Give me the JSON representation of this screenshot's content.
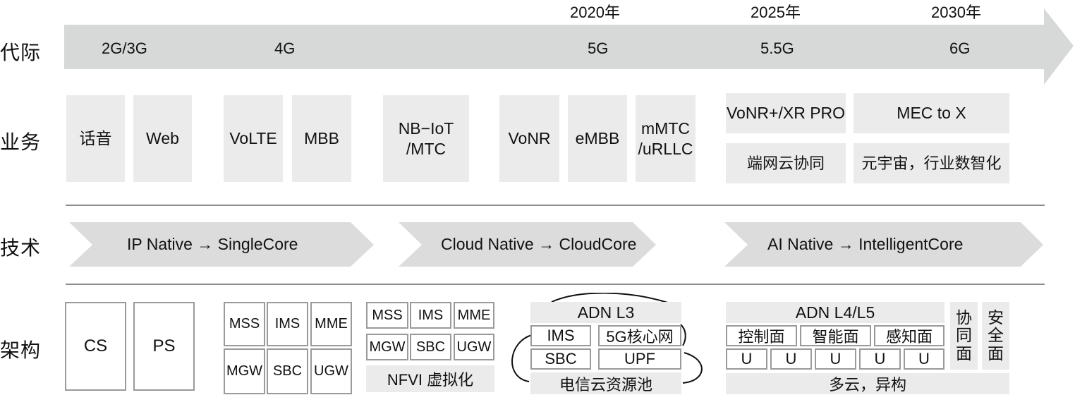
{
  "row_labels": {
    "generation": "代际",
    "service": "业务",
    "technology": "技术",
    "architecture": "架构"
  },
  "timeline": {
    "years": [
      "2020年",
      "2025年",
      "2030年"
    ],
    "generations": [
      "2G/3G",
      "4G",
      "5G",
      "5.5G",
      "6G"
    ],
    "arrow_color": "#d7d8d8"
  },
  "services": {
    "s2g3g": [
      "话音",
      "Web"
    ],
    "s4g": [
      "VoLTE",
      "MBB"
    ],
    "nbiot": [
      "NB−IoT",
      "/MTC"
    ],
    "s5g": [
      "VoNR",
      "eMBB"
    ],
    "mmtc": [
      "mMTC",
      "/uRLLC"
    ],
    "s55g_top": "VoNR+/XR PRO",
    "s55g_bottom": "端网云协同",
    "s6g_top": "MEC to X",
    "s6g_bottom": "元宇宙，行业数智化"
  },
  "technology": [
    "IP Native → SingleCore",
    "Cloud Native → CloudCore",
    "AI Native → IntelligentCore"
  ],
  "architecture": {
    "legacy": [
      "CS",
      "PS"
    ],
    "epc_grid": [
      "MSS",
      "IMS",
      "MME",
      "MGW",
      "SBC",
      "UGW"
    ],
    "nfv_grid": [
      "MSS",
      "IMS",
      "MME",
      "MGW",
      "SBC",
      "UGW"
    ],
    "nfvi": "NFVI 虚拟化",
    "cloud": {
      "top": "ADN L3",
      "cells": [
        "IMS",
        "5G核心网",
        "SBC",
        "UPF"
      ],
      "bottom": "电信云资源池"
    },
    "future": {
      "top": "ADN L4/L5",
      "planes": [
        "控制面",
        "智能面",
        "感知面"
      ],
      "units": [
        "U",
        "U",
        "U",
        "U",
        "U"
      ],
      "bottom": "多云，异构",
      "side_cols": [
        [
          "协",
          "同",
          "面"
        ],
        [
          "安",
          "全",
          "面"
        ]
      ]
    }
  }
}
